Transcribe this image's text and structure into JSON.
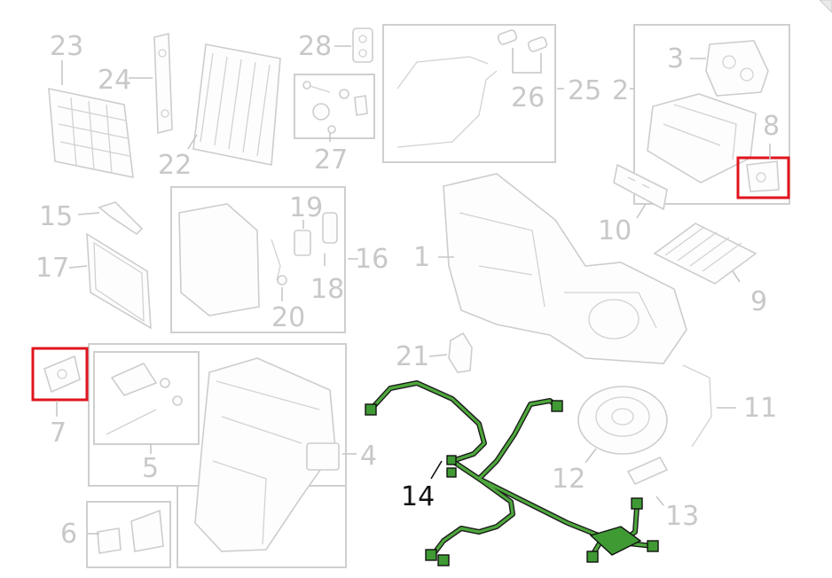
{
  "labels": {
    "l1": "1",
    "l2": "2",
    "l3": "3",
    "l4": "4",
    "l5": "5",
    "l6": "6",
    "l7": "7",
    "l8": "8",
    "l9": "9",
    "l10": "10",
    "l11": "11",
    "l12": "12",
    "l13": "13",
    "l14": "14",
    "l15": "15",
    "l16": "16",
    "l17": "17",
    "l18": "18",
    "l19": "19",
    "l20": "20",
    "l21": "21",
    "l22": "22",
    "l23": "23",
    "l24": "24",
    "l25": "25",
    "l26": "26",
    "l27": "27",
    "l28": "28"
  },
  "colors": {
    "highlight_box": "#e0141e",
    "wiring_harness": "#4ea83c",
    "inactive_part": "#c8c8c8",
    "active_label": "#111111"
  },
  "highlighted_parts": [
    "7",
    "8"
  ],
  "active_part": "14"
}
